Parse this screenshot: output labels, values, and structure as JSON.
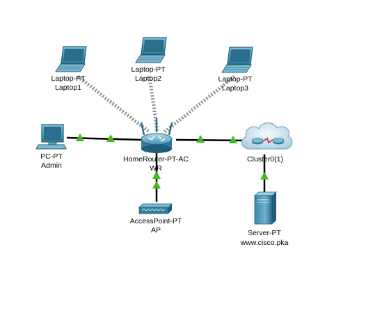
{
  "colors": {
    "wire": "#000000",
    "wireless": "#8c8c8c",
    "link_up": "#42b81f",
    "device_body": "#5b9bb3",
    "device_dark": "#1f5d78",
    "cloud": "#cfe3ee",
    "background": "#ffffff"
  },
  "nodes": {
    "laptop1": {
      "type": "Laptop-PT",
      "name": "Laptop1",
      "icon": "laptop-icon"
    },
    "laptop2": {
      "type": "Laptop-PT",
      "name": "Laptop2",
      "icon": "laptop-icon"
    },
    "laptop3": {
      "type": "Laptop-PT",
      "name": "Laptop3",
      "icon": "laptop-icon"
    },
    "admin": {
      "type": "PC-PT",
      "name": "Admin",
      "icon": "pc-icon"
    },
    "router": {
      "type": "HomeRouter-PT-AC",
      "name": "WR",
      "icon": "wireless-router-icon"
    },
    "cloud": {
      "type": "",
      "name": "Cluster0(1)",
      "icon": "cloud-cluster-icon"
    },
    "ap": {
      "type": "AccessPoint-PT",
      "name": "AP",
      "icon": "access-point-icon"
    },
    "server": {
      "type": "Server-PT",
      "name": "www.cisco.pka",
      "icon": "server-icon"
    }
  },
  "links": [
    {
      "from": "laptop1",
      "to": "router",
      "kind": "wireless"
    },
    {
      "from": "laptop2",
      "to": "router",
      "kind": "wireless"
    },
    {
      "from": "laptop3",
      "to": "router",
      "kind": "wireless"
    },
    {
      "from": "admin",
      "to": "router",
      "kind": "wired",
      "status": "up"
    },
    {
      "from": "router",
      "to": "cloud",
      "kind": "wired",
      "status": "up"
    },
    {
      "from": "router",
      "to": "ap",
      "kind": "wired",
      "status": "up"
    },
    {
      "from": "cloud",
      "to": "server",
      "kind": "wired",
      "status": "up"
    }
  ]
}
